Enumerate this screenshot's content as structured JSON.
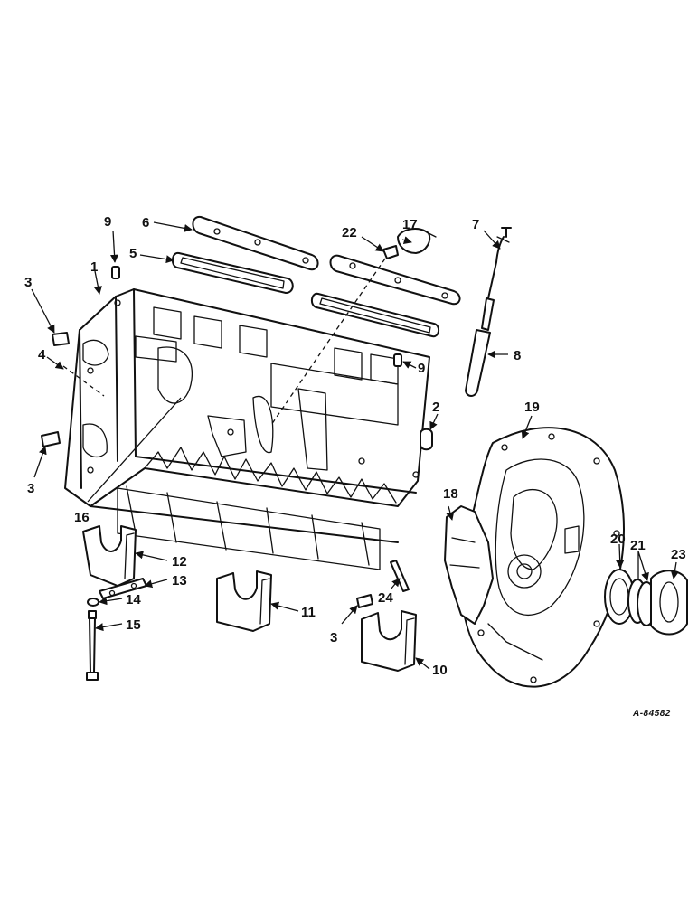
{
  "figure_ref": "A-84582",
  "callouts": [
    "1",
    "2",
    "3",
    "3",
    "3",
    "4",
    "5",
    "6",
    "7",
    "8",
    "9",
    "9",
    "10",
    "11",
    "12",
    "13",
    "14",
    "15",
    "16",
    "17",
    "18",
    "19",
    "20",
    "21",
    "22",
    "23",
    "24"
  ]
}
